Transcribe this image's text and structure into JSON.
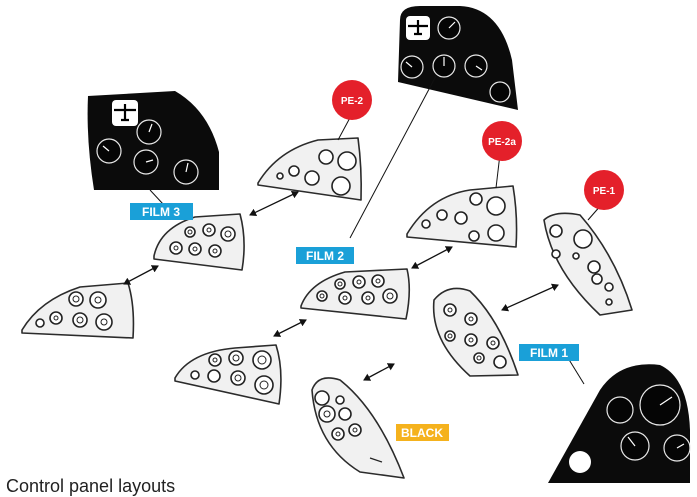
{
  "labels": {
    "film3": "FILM 3",
    "film2": "FILM 2",
    "film1": "FILM 1",
    "black": "BLACK",
    "pe2": "PE-2",
    "pe2a": "PE-2a",
    "pe1": "PE-1"
  },
  "caption": "Control panel layouts",
  "colors": {
    "film_tag": "#1aa0d8",
    "black_tag": "#f5b21d",
    "pe_circle": "#e4202a",
    "dark_panel": "#0b0b0b",
    "sketch_fill": "#f1f1f1"
  }
}
